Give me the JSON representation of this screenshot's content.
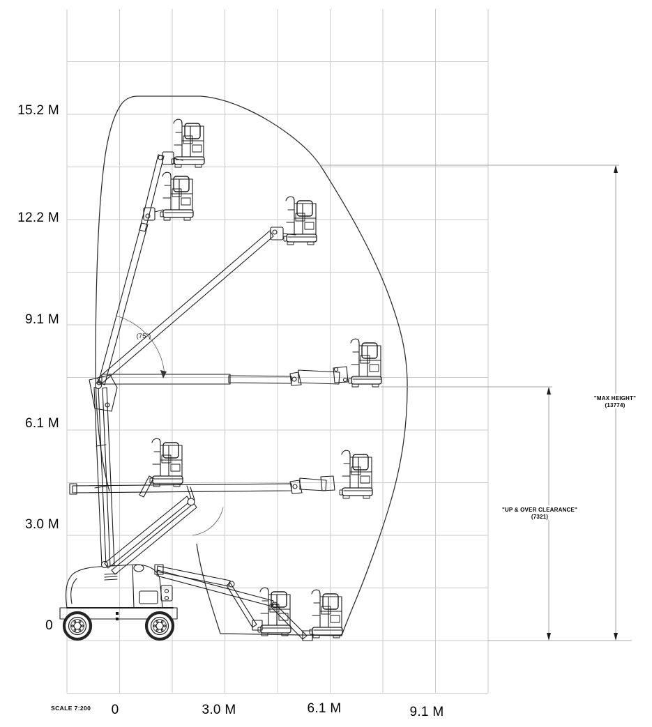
{
  "figure": {
    "type": "boom-lift-working-envelope-diagram",
    "description": "Side-view reach envelope diagram of an articulating boom lift shown in multiple boom positions",
    "scale_note": "SCALE 7:200"
  },
  "axes": {
    "y_unit_labels": [
      "15.2 M",
      "12.2 M",
      "9.1 M",
      "6.1 M",
      "3.0 M",
      "0"
    ],
    "x_unit_labels": [
      "0",
      "3.0 M",
      "6.1 M",
      "9.1 M"
    ]
  },
  "annotations": {
    "max_height": {
      "label": "\"MAX HEIGHT\"",
      "value": "(13774)"
    },
    "up_over_clearance": {
      "label": "\"UP & OVER CLEARANCE\"",
      "value": "(7321)"
    },
    "boom_angle": "(75°)"
  },
  "colors": {
    "background": "#ffffff",
    "grid": "#cbcbcb",
    "linework": "#1a1a1a",
    "envelope": "#2b2b2b",
    "dimension": "#a3a3a3",
    "text": "#000000"
  }
}
